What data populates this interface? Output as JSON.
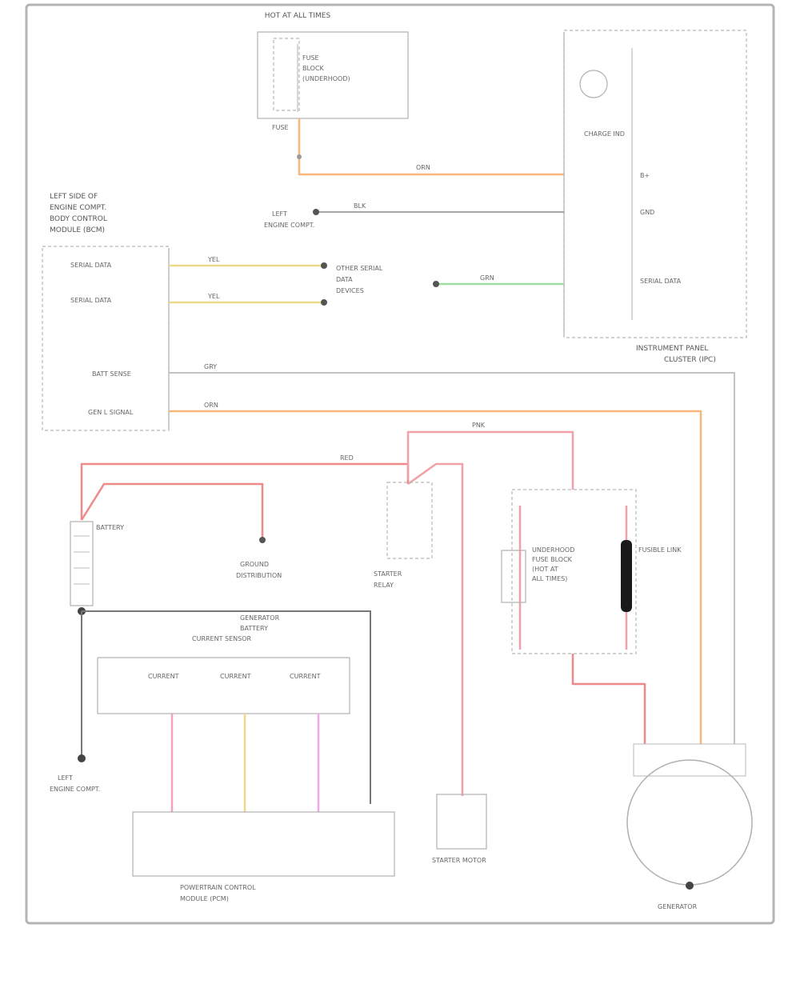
{
  "diagram": {
    "figure_id": "",
    "colors": {
      "red": "#f08a8a",
      "orange": "#f7b77a",
      "pink": "#e8a3b3",
      "yellow": "#ecd98a",
      "green": "#9fdc9f",
      "gray": "#c2c2c2",
      "magenta": "#f2a8e8",
      "frame": "#b5b5b5"
    },
    "components": {
      "fuse_block": {
        "title": "HOT AT ALL TIMES",
        "lines": [
          "FUSE",
          "BLOCK",
          "(UNDERHOOD)"
        ],
        "fuse": "FUSE"
      },
      "bcm": {
        "lines": [
          "LEFT SIDE OF",
          "ENGINE COMPT.",
          "BODY CONTROL",
          "MODULE (BCM)"
        ],
        "pins": [
          "SERIAL DATA",
          "SERIAL DATA",
          "BATT SENSE",
          "GEN L SIGNAL"
        ]
      },
      "ipc": {
        "lines": [
          "INSTRUMENT PANEL",
          "CLUSTER (IPC)"
        ],
        "lamp": "CHARGE IND",
        "pins": [
          "B+",
          "GND",
          "SERIAL DATA"
        ]
      },
      "ground_left": {
        "lines": [
          "LEFT",
          "ENGINE COMPT."
        ]
      },
      "serial_devices": {
        "lines": [
          "OTHER SERIAL",
          "DATA",
          "DEVICES"
        ]
      },
      "battery": {
        "label": "BATTERY"
      },
      "ground_dist": {
        "lines": [
          "GROUND",
          "DISTRIBUTION"
        ]
      },
      "starter_relay": {
        "lines": [
          "STARTER",
          "RELAY"
        ]
      },
      "underhood_fuse": {
        "lines": [
          "UNDERHOOD",
          "FUSE BLOCK",
          "(HOT AT",
          "ALL TIMES)"
        ]
      },
      "current_sensor": {
        "lines": [
          "GENERATOR",
          "BATTERY",
          "CURRENT SENSOR"
        ],
        "cells": [
          "CURRENT",
          "CURRENT",
          "CURRENT"
        ]
      },
      "fusible_link": {
        "label": "FUSIBLE LINK"
      },
      "starter": {
        "label": "STARTER MOTOR"
      },
      "generator": {
        "label": "GENERATOR"
      },
      "bottom_module": {
        "lines": [
          "POWERTRAIN CONTROL",
          "MODULE (PCM)"
        ]
      },
      "ground_bottom": {
        "lines": [
          "LEFT",
          "ENGINE COMPT."
        ]
      }
    },
    "wire_labels": {
      "orange_top": "ORN",
      "black_mid": "BLK",
      "yellow_1": "YEL",
      "yellow_2": "YEL",
      "green": "GRN",
      "gray": "GRY",
      "orange_gen": "ORN",
      "red_main": "RED",
      "pink": "PNK"
    }
  }
}
